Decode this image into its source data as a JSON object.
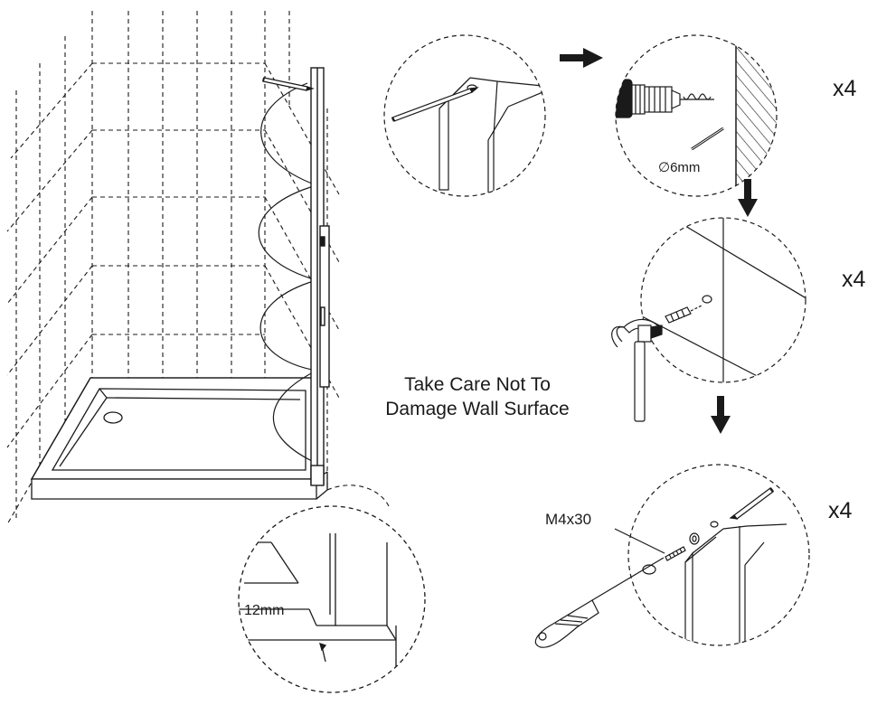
{
  "labels": {
    "caution_line1": "Take Care Not To",
    "caution_line2": "Damage Wall Surface",
    "drill_size": "∅6mm",
    "multiplier_drill": "x4",
    "multiplier_anchor": "x4",
    "multiplier_screw": "x4",
    "screw_spec": "M4x30",
    "gap_dimension": "12mm"
  },
  "icons": {
    "arrow_right": "arrow-right-icon",
    "arrow_down": "arrow-down-icon",
    "drill": "drill-icon",
    "hammer": "hammer-icon",
    "screwdriver": "screwdriver-icon",
    "pencil": "pencil-icon"
  },
  "colors": {
    "ink": "#1a1a1a",
    "background": "#ffffff"
  }
}
